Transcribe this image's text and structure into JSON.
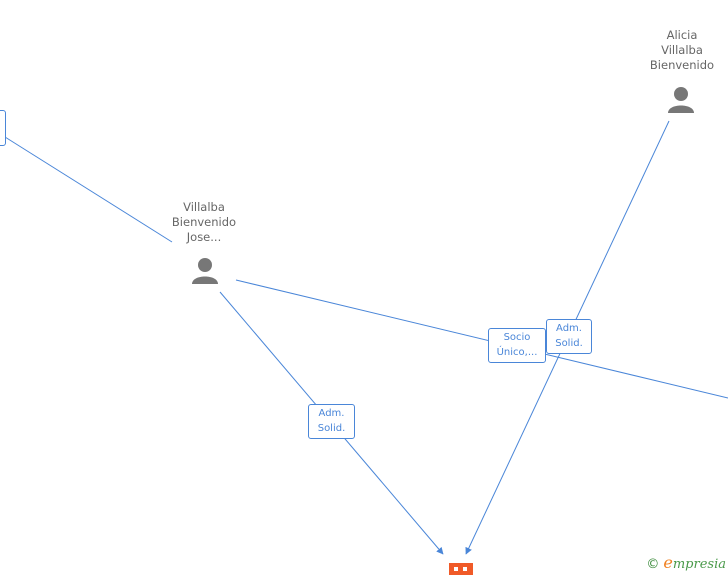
{
  "nodes": {
    "person1": {
      "lines": [
        "Alicia",
        "Villalba",
        "Bienvenido"
      ]
    },
    "person2": {
      "lines": [
        "Villalba",
        "Bienvenido",
        "Jose..."
      ]
    }
  },
  "edge_labels": {
    "adm1": [
      "Adm.",
      "Solid."
    ],
    "adm2": [
      "Adm.",
      "Solid."
    ],
    "socio": [
      "Socio",
      "Único,..."
    ]
  },
  "footer": {
    "copyright": "©",
    "brand_initial": "e",
    "brand_rest": "mpresia"
  },
  "colors": {
    "edge": "#4a86d8",
    "person": "#777777",
    "company": "#f05a28",
    "text": "#666666"
  }
}
